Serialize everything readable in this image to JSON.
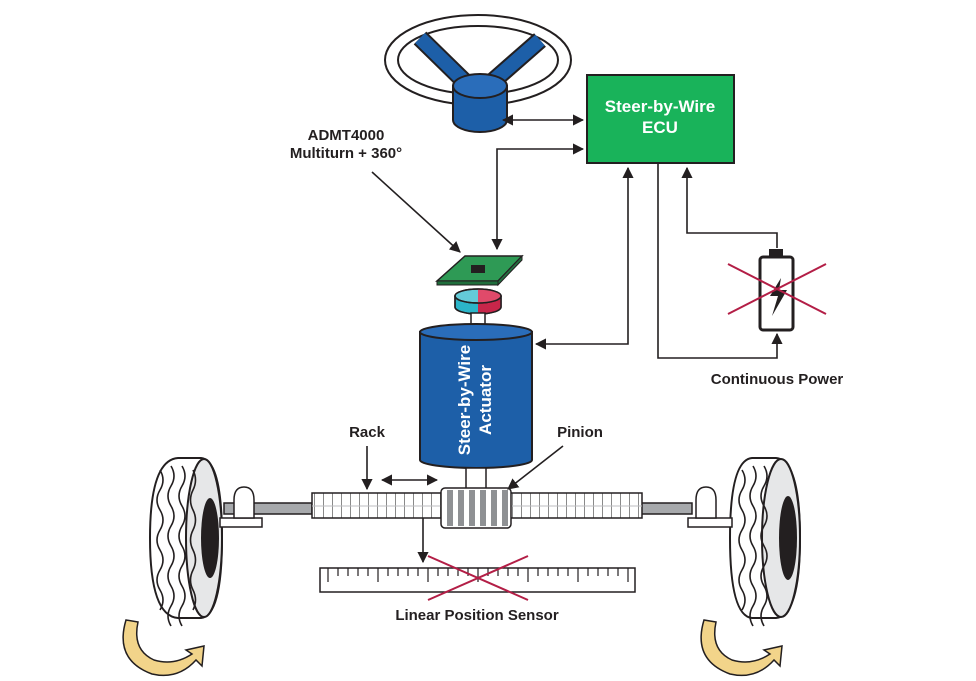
{
  "diagram": {
    "sensor_label_line1": "ADMT4000",
    "sensor_label_line2": "Multiturn + 360°",
    "ecu_label_line1": "Steer-by-Wire",
    "ecu_label_line2": "ECU",
    "actuator_label_line1": "Steer-by-Wire",
    "actuator_label_line2": "Actuator",
    "rack_label": "Rack",
    "pinion_label": "Pinion",
    "power_label": "Continuous Power",
    "linear_sensor_label": "Linear Position Sensor"
  },
  "colors": {
    "blue": "#1d5fa8",
    "blue_dark": "#154a85",
    "green": "#19b35a",
    "pcb_green": "#2e9a55",
    "red_cross": "#b31e46",
    "magnet_red": "#c8264a",
    "magnet_cyan": "#2bb5c9",
    "arrow_yellow": "#f2d48a",
    "line": "#231f20"
  }
}
